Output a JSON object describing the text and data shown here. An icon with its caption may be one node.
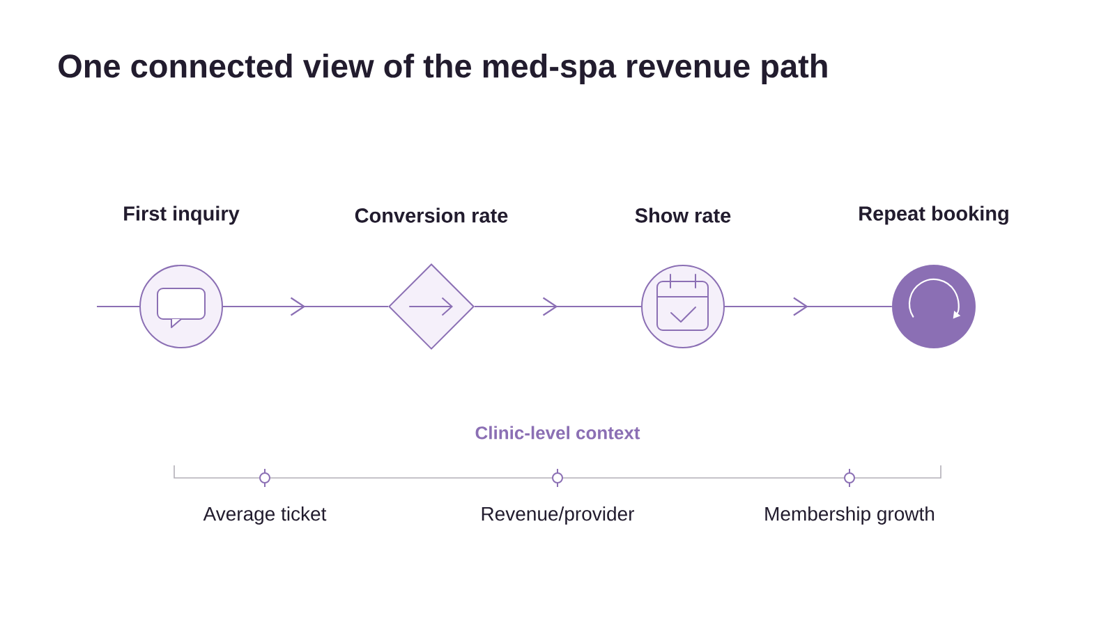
{
  "diagram": {
    "title": "One connected view of the med-spa revenue path",
    "nodes": [
      {
        "text": [
          "First inquiry"
        ]
      },
      {
        "text": [
          "Conversion rate"
        ]
      },
      {
        "text": [
          "Show rate"
        ]
      },
      {
        "text": [
          "Repeat booking"
        ]
      }
    ],
    "edges": [
      {
        "from": null,
        "to": 0,
        "arrow": "none"
      },
      {
        "from": 0,
        "to": 1,
        "arrow": "to"
      },
      {
        "from": 1,
        "to": 2,
        "arrow": "to"
      },
      {
        "from": 2,
        "to": 3,
        "arrow": "to"
      }
    ],
    "labels": [
      "Clinic-level context",
      "Average ticket",
      "Revenue/provider",
      "Membership growth"
    ]
  }
}
